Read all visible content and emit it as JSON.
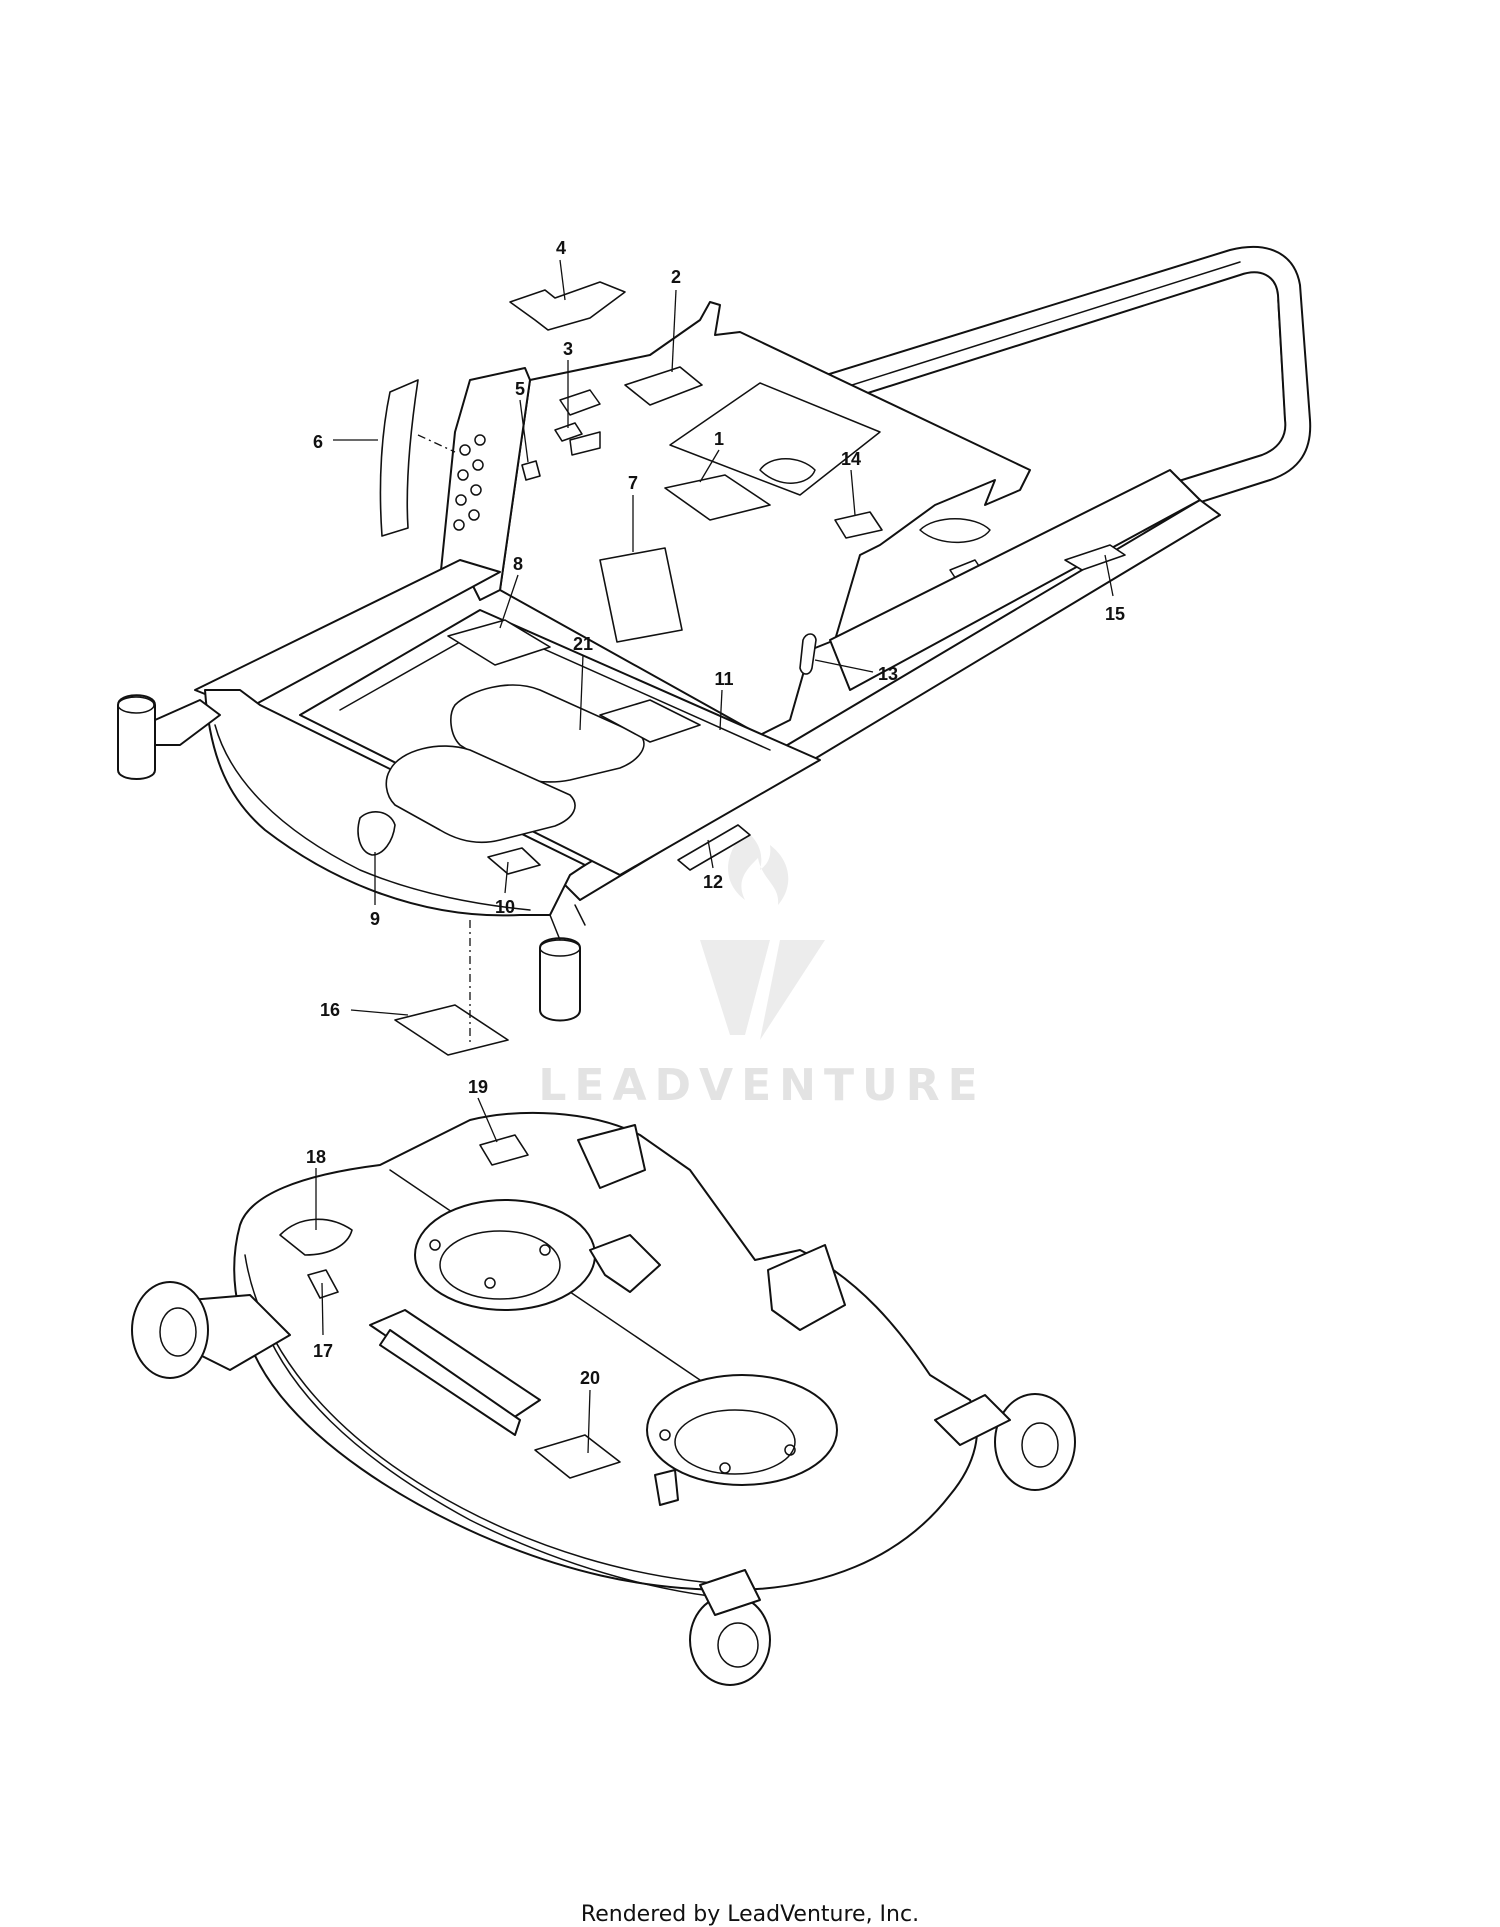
{
  "callouts": [
    "1",
    "2",
    "3",
    "4",
    "5",
    "6",
    "7",
    "8",
    "9",
    "10",
    "11",
    "12",
    "13",
    "14",
    "15",
    "16",
    "17",
    "18",
    "19",
    "20",
    "21"
  ],
  "watermark": {
    "text": "LEADVENTURE",
    "color": "#e3e3e3"
  },
  "footer": "Rendered by LeadVenture, Inc.",
  "colors": {
    "line": "#111111",
    "background": "#ffffff"
  }
}
